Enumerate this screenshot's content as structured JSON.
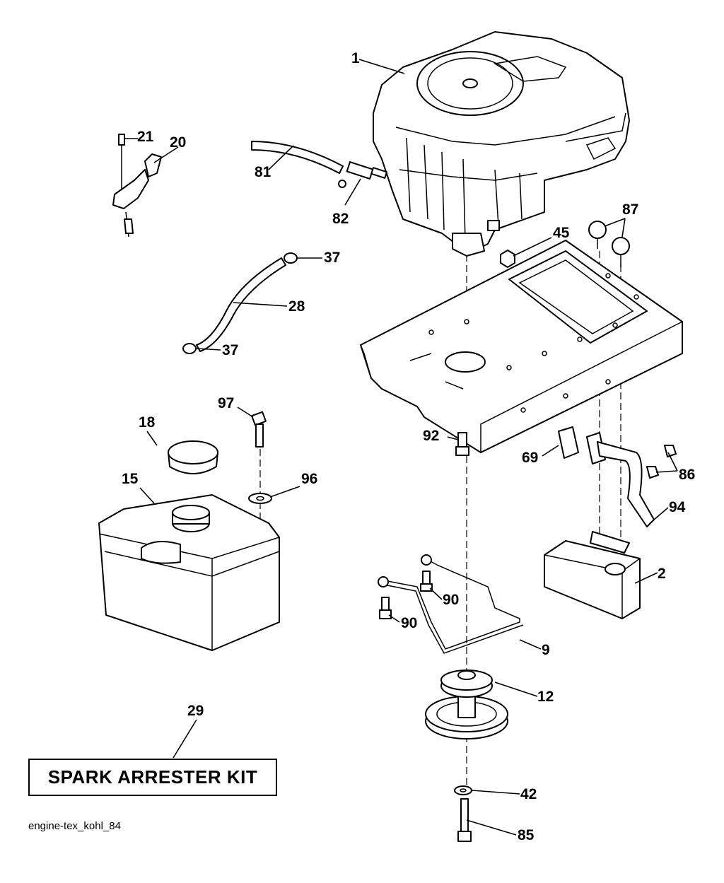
{
  "callouts": {
    "c1": "1",
    "c2": "2",
    "c9": "9",
    "c12": "12",
    "c15": "15",
    "c18": "18",
    "c20": "20",
    "c21": "21",
    "c28": "28",
    "c29": "29",
    "c37a": "37",
    "c37b": "37",
    "c42": "42",
    "c45": "45",
    "c69": "69",
    "c81": "81",
    "c82": "82",
    "c85": "85",
    "c86": "86",
    "c87": "87",
    "c90a": "90",
    "c90b": "90",
    "c92": "92",
    "c94": "94",
    "c96": "96",
    "c97": "97"
  },
  "kit": {
    "label": "SPARK ARRESTER KIT"
  },
  "footer": {
    "id": "engine-tex_kohl_84"
  }
}
